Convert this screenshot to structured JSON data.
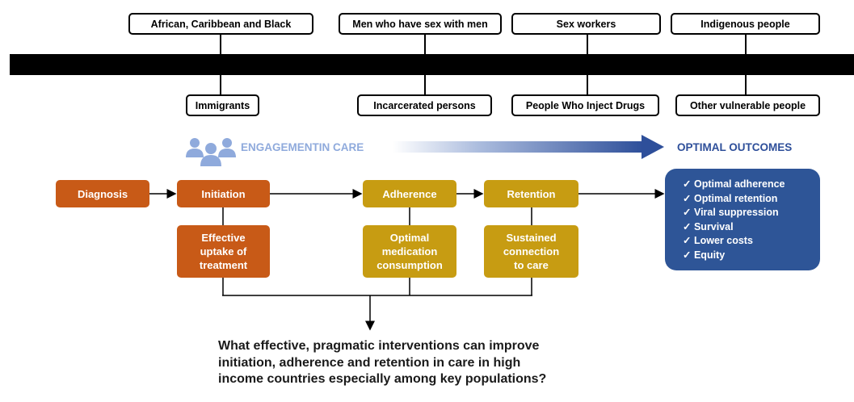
{
  "populations_top": [
    "African, Caribbean and Black",
    "Men who have sex with men",
    "Sex workers",
    "Indigenous people"
  ],
  "populations_bottom": [
    "Immigrants",
    "Incarcerated persons",
    "People Who Inject Drugs",
    "Other vulnerable people"
  ],
  "engagement_title": "ENGAGEMENTIN CARE",
  "outcomes_title": "OPTIMAL OUTCOMES",
  "stages": {
    "diagnosis": "Diagnosis",
    "initiation": "Initiation",
    "adherence": "Adherence",
    "retention": "Retention"
  },
  "results": {
    "initiation": [
      "Effective",
      "uptake of",
      "treatment"
    ],
    "adherence": [
      "Optimal",
      "medication",
      "consumption"
    ],
    "retention": [
      "Sustained",
      "connection",
      "to care"
    ]
  },
  "outcomes": [
    "Optimal adherence",
    "Optimal retention",
    "Viral suppression",
    "Survival",
    "Lower costs",
    "Equity"
  ],
  "check_mark": "✓",
  "question": "What effective, pragmatic interventions can improve initiation, adherence and retention in care in high income countries especially among key populations?",
  "colors": {
    "stage_orange": "#c85a17",
    "stage_gold": "#c79c12",
    "outcome_blue": "#2e5597",
    "engagement_light": "#8faadc"
  }
}
